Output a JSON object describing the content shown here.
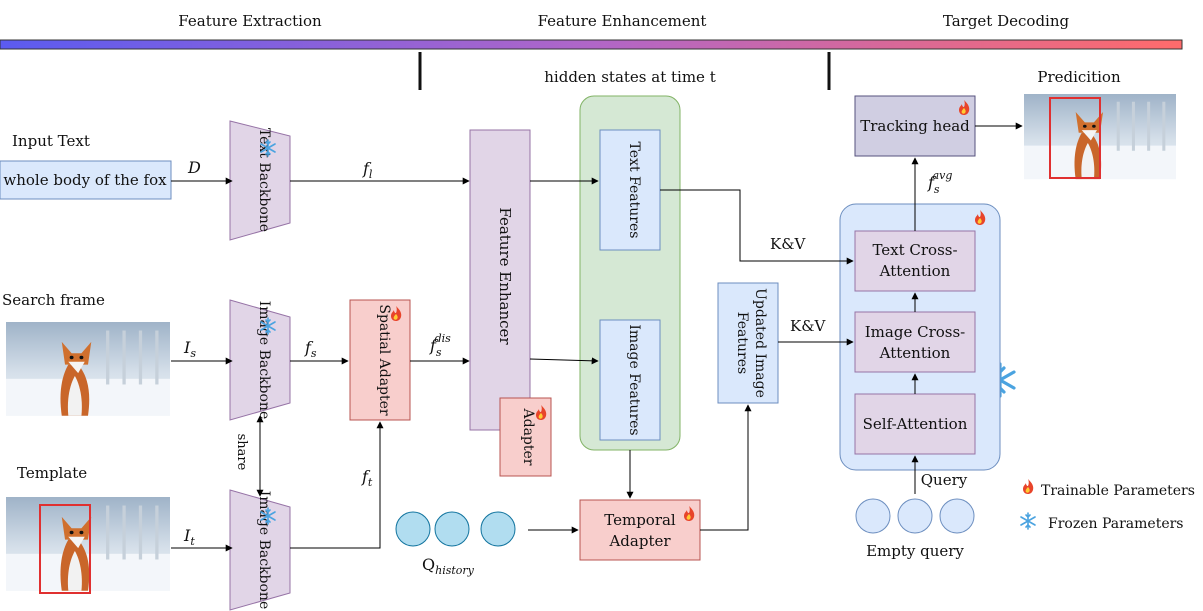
{
  "stages": {
    "extraction": "Feature Extraction",
    "enhancement": "Feature Enhancement",
    "decoding": "Target Decoding"
  },
  "inputs": {
    "input_text_label": "Input Text",
    "input_text_value": "whole body of the fox",
    "search_frame_label": "Search frame",
    "template_label": "Template"
  },
  "symbols": {
    "D": "D",
    "Is_main": "I",
    "Is_sub": "s",
    "It_main": "I",
    "It_sub": "t",
    "ft_main": "f",
    "ft_sub": "t",
    "fs_main": "f",
    "fs_sub": "s",
    "fl_main": "f",
    "fl_sub": "l",
    "fsdis_main": "f",
    "fsdis_sub": "s",
    "fsdis_sup": "dis",
    "fsavg_main": "f",
    "fsavg_sub": "s",
    "fsavg_sup": "avg",
    "qhist_main": "Q",
    "qhist_sub": "history",
    "kv1": "K&V",
    "kv2": "K&V"
  },
  "blocks": {
    "text_backbone": "Text Backbone",
    "image_backbone": "Image Backbone",
    "share": "share",
    "spatial_adapter": "Spatial Adapter",
    "feature_enhancer": "Feature Enhancer",
    "adapter": "Adapter",
    "hidden_states": "hidden states at time t",
    "text_features": "Text Features",
    "image_features": "Image Features",
    "temporal_adapter_1": "Temporal",
    "temporal_adapter_2": "Adapter",
    "updated_image_features_1": "Updated Image",
    "updated_image_features_2": "Features",
    "tracking_head": "Tracking head",
    "text_cross_1": "Text Cross-",
    "text_cross_2": "Attention",
    "image_cross_1": "Image Cross-",
    "image_cross_2": "Attention",
    "self_attention": "Self-Attention",
    "query": "Query",
    "empty_query": "Empty query",
    "prediction": "Predicition"
  },
  "legend": {
    "trainable": "Trainable Parameters",
    "frozen": "Frozen Parameters"
  },
  "colors": {
    "text_box": "#dae8fc",
    "backbone": "#e1d5e7",
    "adapter": "#f8cecc",
    "hidden_group": "#d5e8d4",
    "decoder_group": "#dae8fc",
    "query_circle": "#b1ddf0",
    "gradient_start": "#5b5bf0",
    "gradient_end": "#ff6b6b"
  }
}
